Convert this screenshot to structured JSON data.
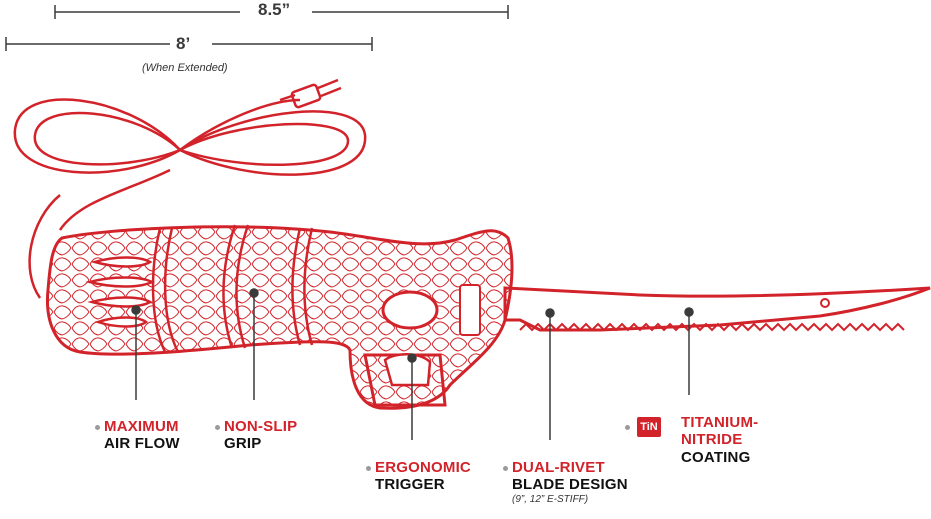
{
  "dimensions": {
    "blade_length": "8.5”",
    "cord_length": "8’",
    "cord_note": "(When Extended)"
  },
  "features": {
    "air_flow": {
      "line1": "MAXIMUM",
      "line2": "AIR FLOW"
    },
    "grip": {
      "line1": "NON-SLIP",
      "line2": "GRIP"
    },
    "trigger": {
      "line1": "ERGONOMIC",
      "line2": "TRIGGER"
    },
    "rivet": {
      "line1": "DUAL-RIVET",
      "line2": "BLADE DESIGN",
      "sub": "(9”, 12” E-STIFF)"
    },
    "coating": {
      "badge": "TiN",
      "line1": "TITANIUM-",
      "line1b": "NITRIDE",
      "line2": "COATING"
    }
  },
  "colors": {
    "accent": "#d2232a",
    "text": "#111111",
    "line": "#3a3a3a"
  }
}
